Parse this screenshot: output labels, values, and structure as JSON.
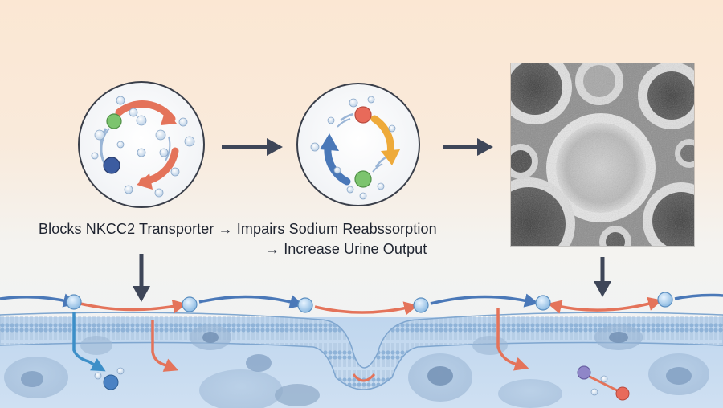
{
  "diagram": {
    "caption_line1": "Blocks NKCC2 Transporter → Impairs Sodium Reabssorption",
    "caption_line2": "→ Increase Urine Output"
  },
  "colors": {
    "arrow_dark": "#3e4658",
    "blue_arrow": "#4a78b8",
    "orange_arrow": "#e4735a",
    "yellow_arrow": "#eeaa3a",
    "green_node": "#7cc46e",
    "red_node": "#e86a5a",
    "navy_node": "#3c5ca0",
    "membrane_blue": "#a9c8e6",
    "cell_fluid": "#c4daf0"
  },
  "icons": [
    "transporter-cycle-icon",
    "reabsorption-cycle-icon",
    "kidney-tubule-micrograph",
    "cell-membrane-icon"
  ]
}
